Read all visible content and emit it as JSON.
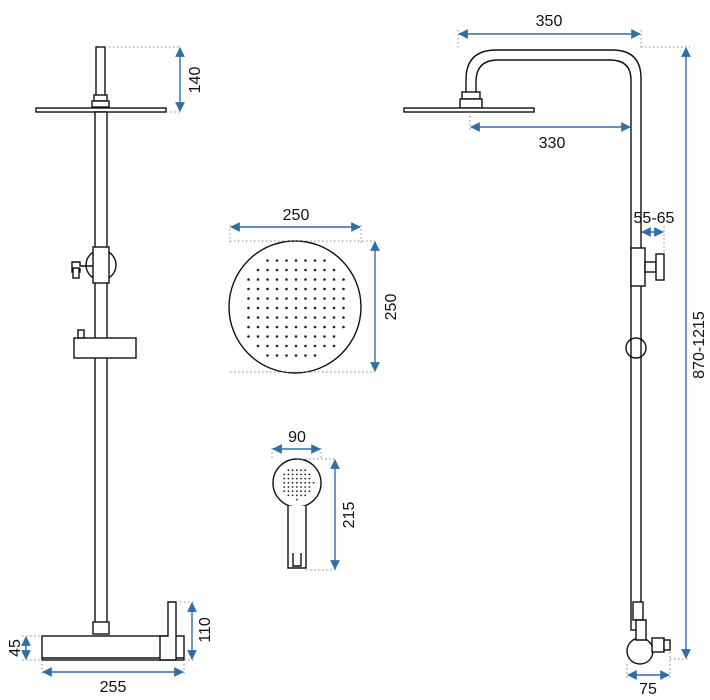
{
  "diagram": {
    "dimensions": {
      "overhead_rise": "140",
      "mixer_height": "45",
      "mixer_width": "255",
      "lever_height": "110",
      "head_width": "250",
      "head_height": "250",
      "hand_width": "90",
      "hand_length": "215",
      "arm_outer": "350",
      "arm_inner": "330",
      "wall_gap": "55-65",
      "total_height": "870-1215",
      "wall_depth": "75"
    },
    "colors": {
      "dimension_line": "#2f6fa8",
      "outline": "#111111",
      "guide": "#8a8a8a"
    }
  }
}
